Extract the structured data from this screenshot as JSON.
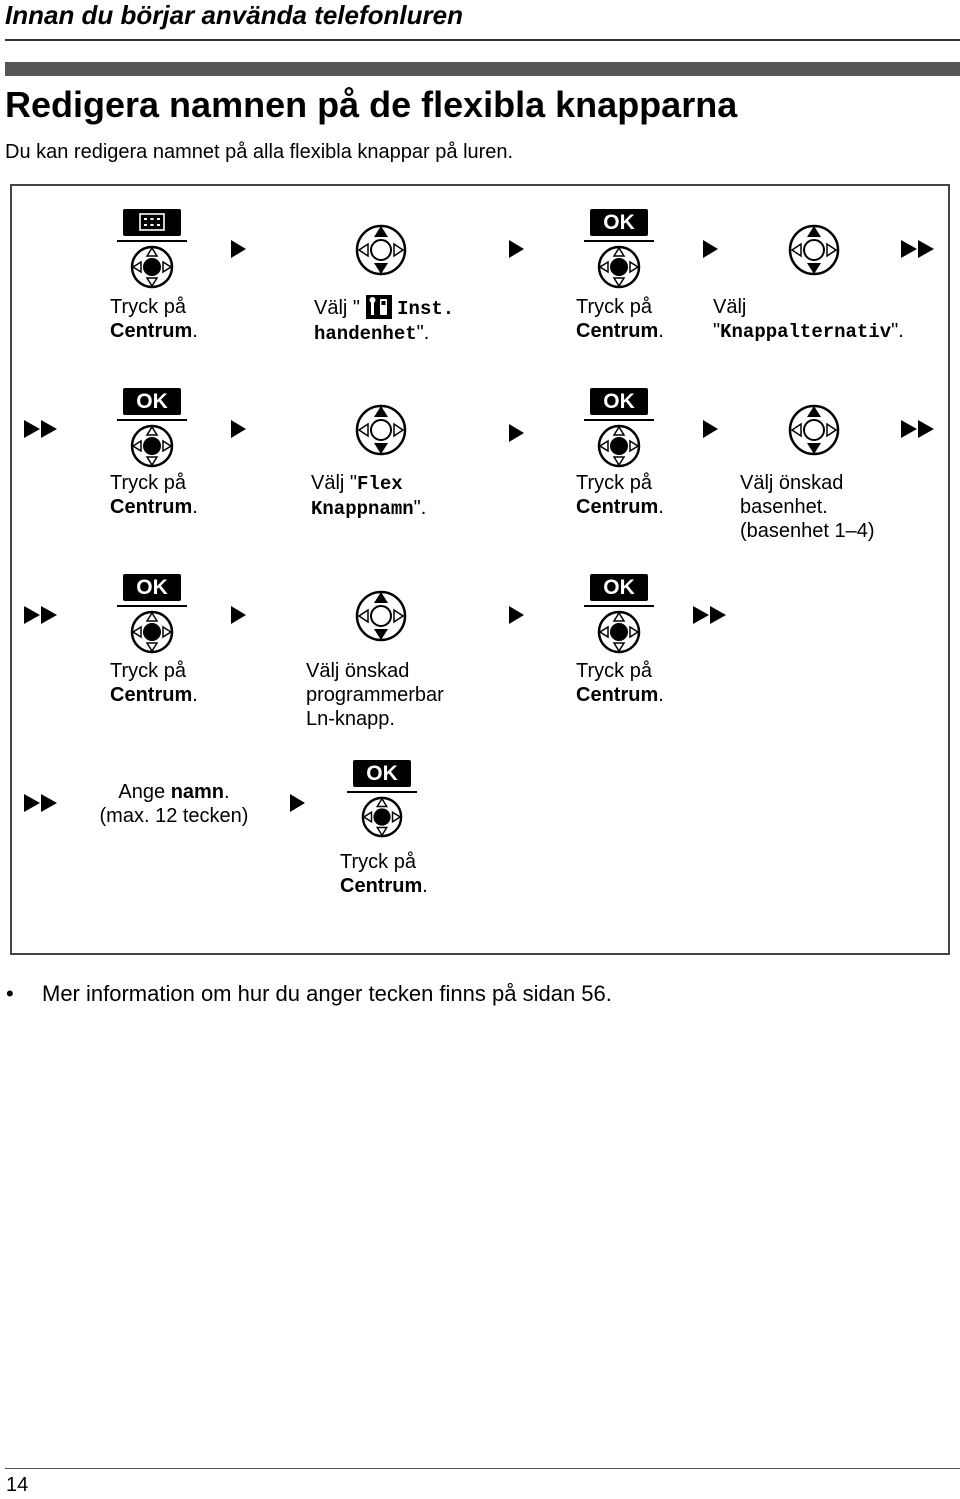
{
  "header": {
    "running_title": "Innan du börjar använda telefonluren"
  },
  "section": {
    "title": "Redigera namnen på de flexibla knapparna",
    "intro": "Du kan redigera namnet på alla flexibla knappar på luren."
  },
  "buttons": {
    "ok_label": "OK"
  },
  "icons": {
    "menu": "menu-grid-icon",
    "joystick_center": "joystick-center-press-icon",
    "navigator_select": "navigator-select-icon",
    "settings": "handset-settings-icon",
    "next_step": "next-step-arrow-icon",
    "continue": "continue-double-arrow-icon"
  },
  "steps": {
    "press": "Tryck på",
    "centrum": "Centrum",
    "period": ".",
    "select": "Välj",
    "quote_open": " \"",
    "quote_close": "\".",
    "inst_part1": "Inst.",
    "inst_part2": "handenhet",
    "knappalternativ": "Knappalternativ",
    "flex_part1": "Flex",
    "flex_part2": "Knappnamn",
    "select_desired": "Välj önskad",
    "base_unit": "basenhet.",
    "base_range": "(basenhet 1–4)",
    "programmable": "programmerbar",
    "ln_key": "Ln-knapp.",
    "enter": "Ange",
    "name_word": "namn",
    "max_chars": "(max. 12 tecken)"
  },
  "footnote": {
    "bullet": "•",
    "text": "Mer information om hur du anger tecken finns på sidan 56."
  },
  "page_number": "14"
}
